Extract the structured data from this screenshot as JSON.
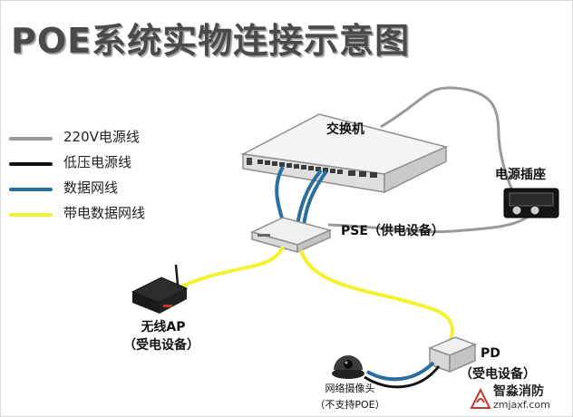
{
  "title": "POE系统实物连接示意图",
  "legend": [
    {
      "label": "220V电源线",
      "color": "#9a9a9a"
    },
    {
      "label": "低压电源线",
      "color": "#111111"
    },
    {
      "label": "数据网线",
      "color": "#2a6e9e"
    },
    {
      "label": "带电数据网线",
      "color": "#f2f230"
    }
  ],
  "devices": {
    "switch": "交换机",
    "power_outlet": "电源插座",
    "pse": "PSE（供电设备）",
    "ap_line1": "无线AP",
    "ap_line2": "（受电设备）",
    "pd_line1": "PD",
    "pd_line2": "（受电设备）",
    "camera_line1": "网络摄像头",
    "camera_line2": "（不支持POE）"
  },
  "watermark": {
    "name": "智淼消防",
    "url": "zmjaxf.com"
  }
}
